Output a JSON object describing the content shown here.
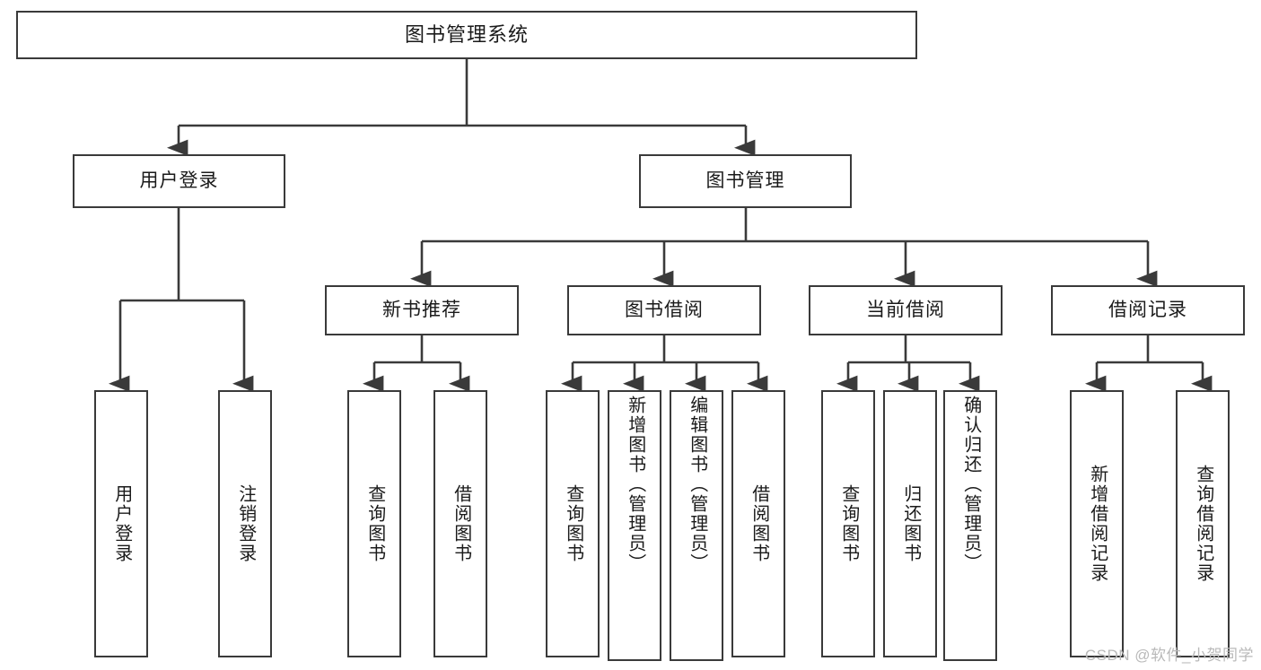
{
  "diagram": {
    "title": "图书管理系统",
    "type": "tree-hierarchy",
    "orientation": "top-down",
    "watermark": "CSDN @软件_小贺同学",
    "colors": {
      "node_border": "#3a3a3a",
      "node_fill": "#ffffff",
      "edge": "#3a3a3a",
      "text": "#1a1a1a",
      "watermark": "#b9b9b9",
      "background": "#ffffff"
    },
    "levels": {
      "level1": "系统根节点",
      "level2": "主模块",
      "level3": "子模块",
      "level4": "功能叶节点"
    },
    "nodes": {
      "root": {
        "label": "图书管理系统"
      },
      "level2": [
        {
          "id": "user-login",
          "label": "用户登录"
        },
        {
          "id": "book-manage",
          "label": "图书管理"
        }
      ],
      "level3": [
        {
          "id": "new-book-recommend",
          "label": "新书推荐"
        },
        {
          "id": "book-borrow",
          "label": "图书借阅"
        },
        {
          "id": "current-borrow",
          "label": "当前借阅"
        },
        {
          "id": "borrow-record",
          "label": "借阅记录"
        }
      ],
      "leaves": {
        "user-login": [
          {
            "id": "leaf-user-login",
            "label": "用户登录"
          },
          {
            "id": "leaf-user-logout",
            "label": "注销登录"
          }
        ],
        "new-book-recommend": [
          {
            "id": "leaf-query-book-1",
            "label": "查询图书"
          },
          {
            "id": "leaf-borrow-book-1",
            "label": "借阅图书"
          }
        ],
        "book-borrow": [
          {
            "id": "leaf-query-book-2",
            "label": "查询图书"
          },
          {
            "id": "leaf-add-book",
            "label": "新增图书（管理员）"
          },
          {
            "id": "leaf-edit-book",
            "label": "编辑图书（管理员）"
          },
          {
            "id": "leaf-borrow-book-2",
            "label": "借阅图书"
          }
        ],
        "current-borrow": [
          {
            "id": "leaf-query-book-3",
            "label": "查询图书"
          },
          {
            "id": "leaf-return-book",
            "label": "归还图书"
          },
          {
            "id": "leaf-confirm-return",
            "label": "确认归还（管理员）"
          }
        ],
        "borrow-record": [
          {
            "id": "leaf-add-record",
            "label": "新增借阅记录"
          },
          {
            "id": "leaf-query-record",
            "label": "查询借阅记录"
          }
        ]
      }
    }
  }
}
